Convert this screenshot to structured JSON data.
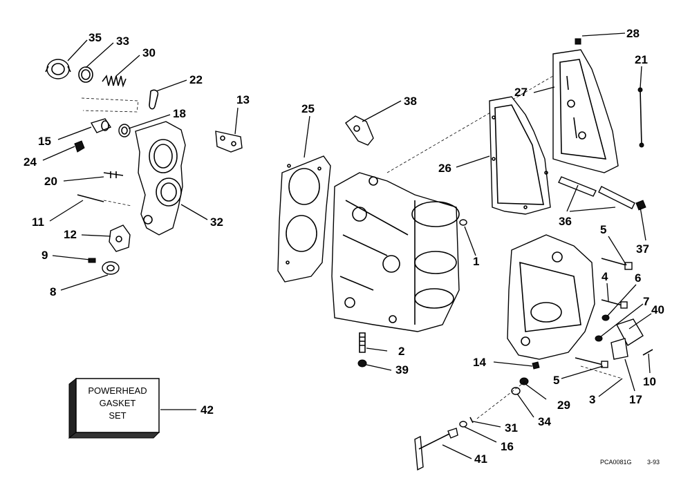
{
  "callouts": [
    "35",
    "33",
    "30",
    "22",
    "18",
    "15",
    "24",
    "20",
    "11",
    "12",
    "9",
    "8",
    "32",
    "13",
    "25",
    "38",
    "28",
    "27",
    "21",
    "26",
    "1",
    "36",
    "37",
    "5",
    "4",
    "6",
    "7",
    "40",
    "2",
    "39",
    "14",
    "5",
    "17",
    "3",
    "10",
    "29",
    "34",
    "31",
    "16",
    "41",
    "42"
  ],
  "gasket_set": {
    "line1": "POWERHEAD",
    "line2": "GASKET",
    "line3": "SET"
  },
  "footer": {
    "code": "PCA0081G",
    "date": "3-93"
  }
}
